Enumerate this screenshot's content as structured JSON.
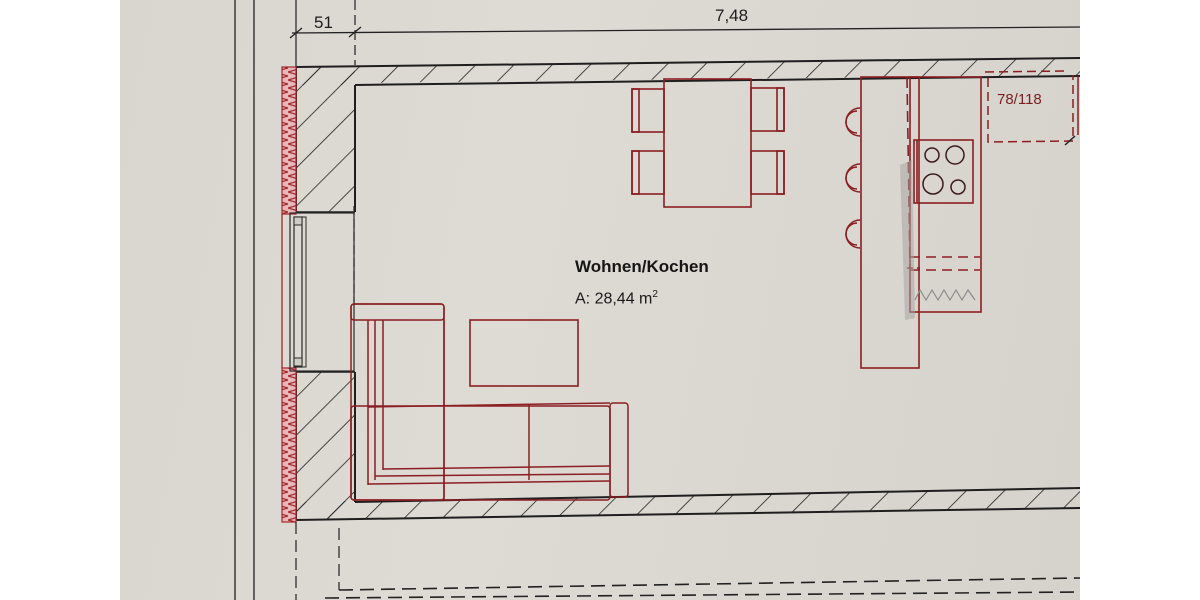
{
  "document": {
    "type": "floor-plan",
    "dimensions": {
      "wall_thickness": "51",
      "room_length": "7,48"
    },
    "room": {
      "name": "Wohnen/Kochen",
      "area_prefix": "A: 28,44 m",
      "area_unit_exponent": "2"
    },
    "cabinet_label": "78/118",
    "furniture": [
      "dining-table",
      "dining-chair",
      "dining-chair",
      "dining-chair",
      "dining-chair",
      "corner-sofa",
      "coffee-table",
      "kitchen-island",
      "bar-stool",
      "bar-stool",
      "bar-stool",
      "cooktop",
      "tall-cabinet"
    ],
    "colors": {
      "paper": "#dcd8d2",
      "wall_line": "#1f1f1f",
      "furniture_line": "#8b1e22",
      "insulation": "#b23a3e"
    }
  }
}
